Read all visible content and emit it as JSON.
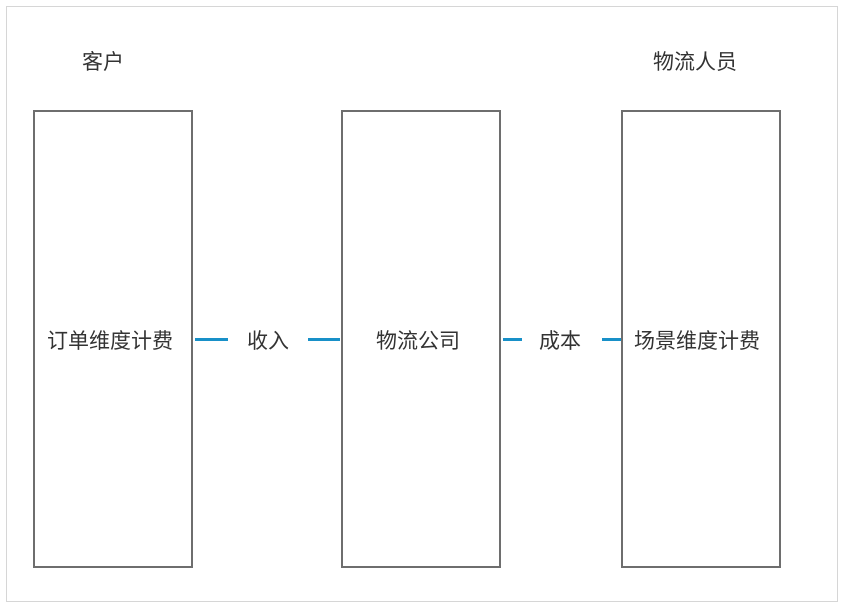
{
  "headings": {
    "left": "客户",
    "right": "物流人员"
  },
  "boxes": {
    "left": "订单维度计费",
    "middle": "物流公司",
    "right": "场景维度计费"
  },
  "connectors": {
    "left": "收入",
    "right": "成本"
  },
  "colors": {
    "connector_line": "#1890c8",
    "box_border": "#6e6e6e",
    "text": "#333333"
  }
}
